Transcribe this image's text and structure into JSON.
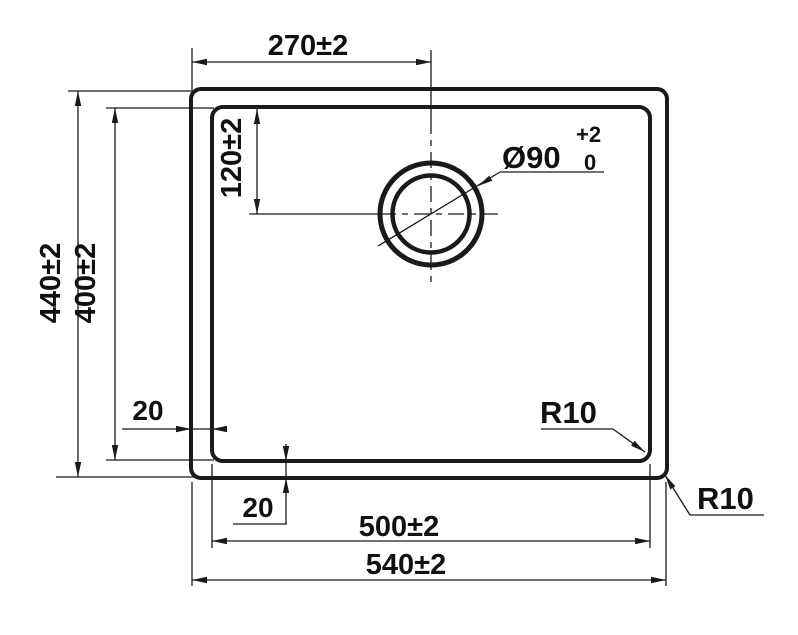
{
  "drawing": {
    "labels": {
      "top_width": "270±2",
      "hole_center_from_top": "120±2",
      "outer_height": "440±2",
      "inner_height": "400±2",
      "left_offset": "20",
      "bottom_offset": "20",
      "inner_width": "500±2",
      "outer_width": "540±2",
      "hole_diameter": "Ø90",
      "hole_tolerance_upper": "+2",
      "hole_tolerance_lower": "0",
      "inner_corner_radius": "R10",
      "outer_corner_radius": "R10"
    },
    "colors": {
      "line": "#1a1a1a",
      "text": "#111111",
      "background": "#ffffff"
    }
  }
}
